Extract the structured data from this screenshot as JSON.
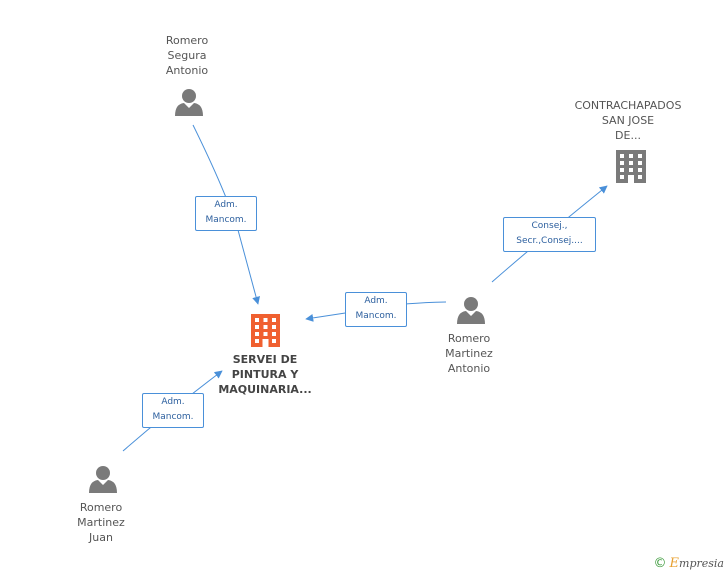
{
  "nodes": {
    "romero_segura": {
      "label": "Romero\nSegura\nAntonio",
      "icon": "person-icon",
      "color": "#7a7a7a"
    },
    "contrachapados": {
      "label": "CONTRACHAPADOS\nSAN JOSE\nDE...",
      "icon": "building-icon",
      "color": "#7a7a7a"
    },
    "servei": {
      "label": "SERVEI DE\nPINTURA Y\nMAQUINARIA...",
      "icon": "building-icon",
      "color": "#f06030"
    },
    "romero_martinez_antonio": {
      "label": "Romero\nMartinez\nAntonio",
      "icon": "person-icon",
      "color": "#7a7a7a"
    },
    "romero_martinez_juan": {
      "label": "Romero\nMartinez\nJuan",
      "icon": "person-icon",
      "color": "#7a7a7a"
    }
  },
  "edges": {
    "segura_to_servei": "Adm.\nMancom.",
    "antonio_to_contrachapados": "Consej.,\nSecr.,Consej....",
    "antonio_to_servei": "Adm.\nMancom.",
    "juan_to_servei": "Adm.\nMancom."
  },
  "colors": {
    "edge": "#4a90d9",
    "person": "#7a7a7a",
    "company": "#7a7a7a",
    "main_company": "#f06030"
  },
  "footer": {
    "copyright": "©",
    "brand_initial": "E",
    "brand_rest": "mpresia"
  }
}
